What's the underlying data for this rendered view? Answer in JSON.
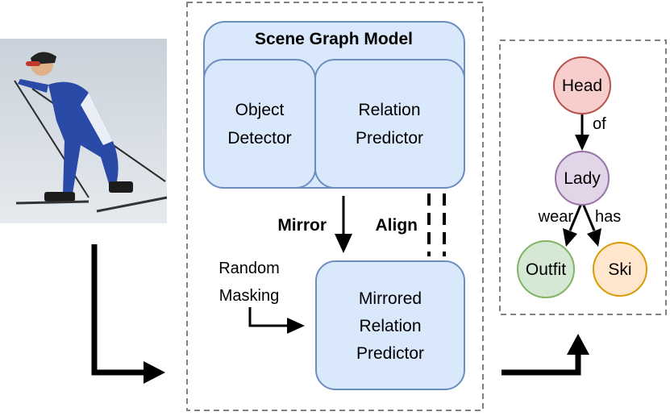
{
  "scene_graph_model": {
    "title": "Scene Graph Model",
    "object_detector": [
      "Object",
      "Detector"
    ],
    "relation_predictor": [
      "Relation",
      "Predictor"
    ]
  },
  "mirrored_relation_predictor": [
    "Mirrored",
    "Relation",
    "Predictor"
  ],
  "arrows": {
    "mirror": "Mirror",
    "align": "Align",
    "random_masking": [
      "Random",
      "Masking"
    ]
  },
  "graph": {
    "nodes": [
      {
        "id": "head",
        "label": "Head",
        "fill": "#f8cecc",
        "stroke": "#b85450"
      },
      {
        "id": "lady",
        "label": "Lady",
        "fill": "#e1d5e7",
        "stroke": "#9673a6"
      },
      {
        "id": "outfit",
        "label": "Outfit",
        "fill": "#d5e8d4",
        "stroke": "#82b366"
      },
      {
        "id": "ski",
        "label": "Ski",
        "fill": "#ffe6cc",
        "stroke": "#d79b00"
      }
    ],
    "edges": [
      {
        "from": "head",
        "to": "lady",
        "label": "of"
      },
      {
        "from": "lady",
        "to": "outfit",
        "label": "wear"
      },
      {
        "from": "lady",
        "to": "ski",
        "label": "has"
      }
    ]
  },
  "colors": {
    "box_fill": "#dae8fc",
    "box_stroke": "#6c8ebf",
    "dashed_border": "#808080"
  }
}
